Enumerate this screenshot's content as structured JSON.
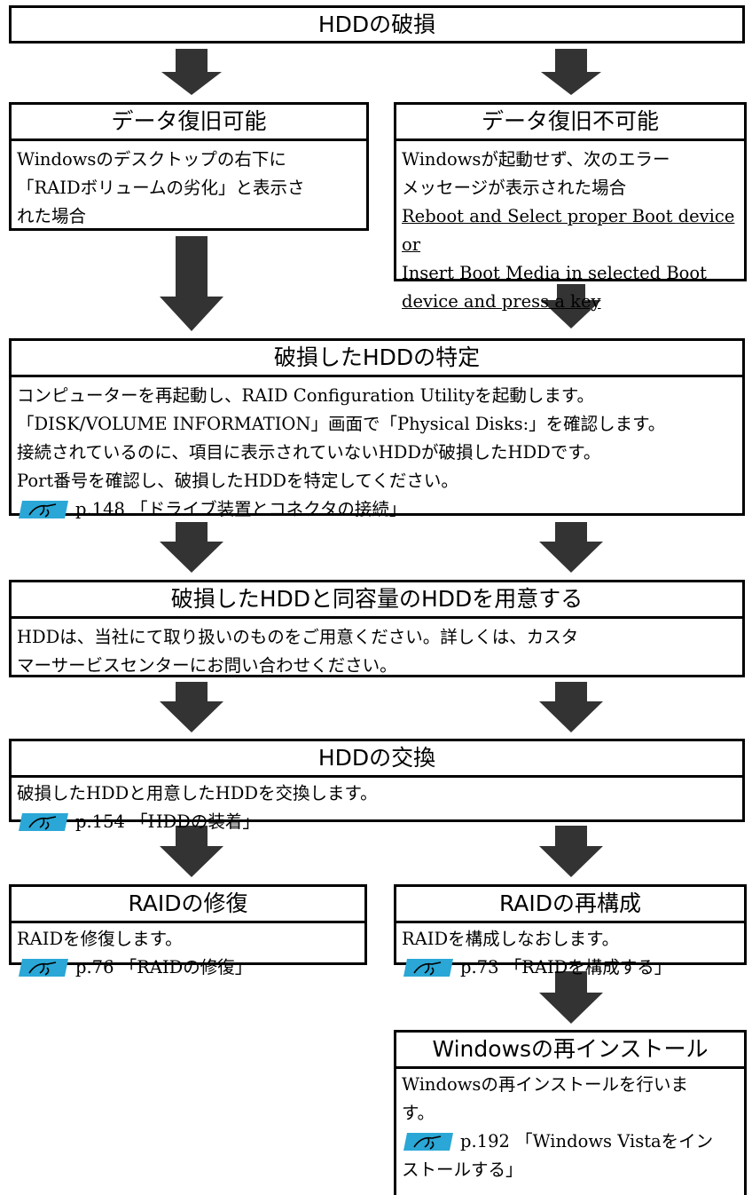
{
  "top": {
    "title": "HDDの破損"
  },
  "recoverable": {
    "title": "データ復旧可能",
    "lines": [
      "Windowsのデスクトップの右下に",
      "「RAIDボリュームの劣化」と表示さ",
      "れた場合"
    ]
  },
  "unrecoverable": {
    "title": "データ復旧不可能",
    "lines": [
      "Windowsが起動せず、次のエラー",
      "メッセージが表示された場合"
    ],
    "error_lines": [
      "Reboot and Select proper Boot device or",
      "Insert Boot Media in selected Boot",
      "device and press a key"
    ]
  },
  "identify": {
    "title": "破損したHDDの特定",
    "lines": [
      "コンピューターを再起動し、RAID Configuration Utilityを起動します。",
      "「DISK/VOLUME INFORMATION」画面で「Physical Disks:」を確認します。",
      "接続されているのに、項目に表示されていないHDDが破損したHDDです。",
      "Port番号を確認し、破損したHDDを特定してください。"
    ],
    "ref": "p.148 「ドライブ装置とコネクタの接続」"
  },
  "prepare": {
    "title": "破損したHDDと同容量のHDDを用意する",
    "lines": [
      "HDDは、当社にて取り扱いのものをご用意ください。詳しくは、カスタ",
      "マーサービスセンターにお問い合わせください。"
    ]
  },
  "replace": {
    "title": "HDDの交換",
    "lines": [
      "破損したHDDと用意したHDDを交換します。"
    ],
    "ref": "p.154 「HDDの装着」"
  },
  "repair": {
    "title": "RAIDの修復",
    "lines": [
      "RAIDを修復します。"
    ],
    "ref": "p.76 「RAIDの修復」"
  },
  "rebuild": {
    "title": "RAIDの再構成",
    "lines": [
      "RAIDを構成しなおします。"
    ],
    "ref": "p.73 「RAIDを構成する」"
  },
  "reinstall": {
    "title": "Windowsの再インストール",
    "lines": [
      "Windowsの再インストールを行いま",
      "す。"
    ],
    "ref_lines": [
      "p.192 「Windows Vistaをイン",
      "ストールする」"
    ]
  },
  "colors": {
    "icon_fill": "#2aa7d6",
    "line": "#000000",
    "arrow": "#333333"
  }
}
